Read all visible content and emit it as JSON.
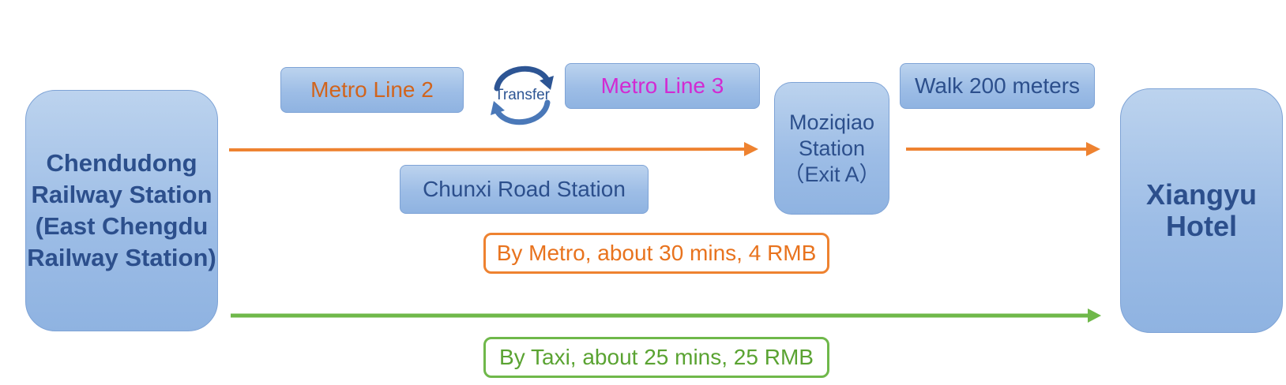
{
  "nodes": {
    "origin": [
      "Chendudong",
      "Railway Station",
      "(East Chengdu",
      "Railway Station)"
    ],
    "hotel": [
      "Xiangyu",
      "Hotel"
    ],
    "moziqiao": [
      "Moziqiao",
      "Station",
      "（Exit A）"
    ]
  },
  "steps": {
    "metro_line_2": "Metro Line 2",
    "transfer": "Transfer",
    "metro_line_3": "Metro Line 3",
    "transfer_station": "Chunxi Road Station",
    "walk": "Walk 200 meters"
  },
  "routes": {
    "metro_summary": "By Metro, about 30 mins, 4 RMB",
    "taxi_summary": "By Taxi, about 25 mins, 25 RMB"
  },
  "colors": {
    "box_fill": "#9dbde6",
    "box_text": "#2c4f8c",
    "metro_route": "#ee8230",
    "taxi_route": "#6fb84a",
    "metro_line_2": "#d1641c",
    "metro_line_3": "#d22ad2",
    "transfer_icon": "#2d5594"
  }
}
